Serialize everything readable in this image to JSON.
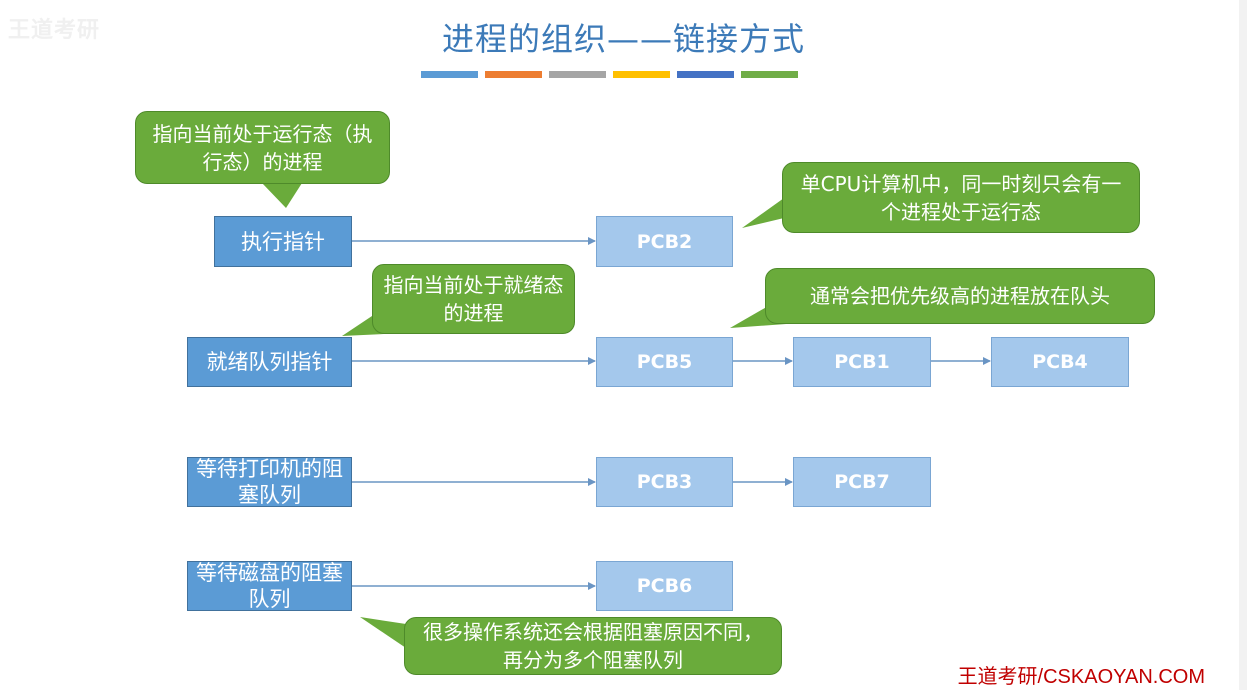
{
  "title": "进程的组织——链接方式",
  "logo_text": "王道考研",
  "title_bar_colors": [
    "#5b9bd5",
    "#ed7d31",
    "#a5a5a5",
    "#ffc000",
    "#4472c4",
    "#70ad47"
  ],
  "pointers": {
    "running": "执行指针",
    "ready": "就绪队列指针",
    "printer_blocked": "等待打印机的阻塞队列",
    "disk_blocked": "等待磁盘的阻塞队列"
  },
  "pcbs": {
    "pcb2": "PCB2",
    "pcb5": "PCB5",
    "pcb1": "PCB1",
    "pcb4": "PCB4",
    "pcb3": "PCB3",
    "pcb7": "PCB7",
    "pcb6": "PCB6"
  },
  "callouts": {
    "running_pointer": "指向当前处于运行态（执行态）的进程",
    "single_cpu": "单CPU计算机中，同一时刻只会有一个进程处于运行态",
    "ready_pointer": "指向当前处于就绪态的进程",
    "priority_head": "通常会把优先级高的进程放在队头",
    "blocked_queues": "很多操作系统还会根据阻塞原因不同，再分为多个阻塞队列"
  },
  "footer": "王道考研/CSKAOYAN.COM",
  "colors": {
    "title": "#3c7ab8",
    "pointer_box": "#5b9bd5",
    "pcb_box": "#a4c8ec",
    "callout": "#6aab3b",
    "arrow": "#6a95c4",
    "footer": "#c00000"
  }
}
